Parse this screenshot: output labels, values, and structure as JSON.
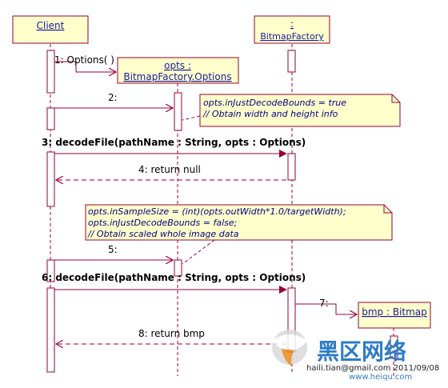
{
  "diagram": {
    "participants": [
      {
        "id": "client",
        "label": "Client"
      },
      {
        "id": "bitmapfactory",
        "label_top": ":",
        "label": "BitmapFactory"
      },
      {
        "id": "opts",
        "label_top": "opts :",
        "label": "BitmapFactory.Options"
      },
      {
        "id": "bmp",
        "label": "bmp : Bitmap"
      }
    ],
    "messages": [
      {
        "label": "1: Options( )"
      },
      {
        "label": "2:"
      },
      {
        "label": "3: decodeFile(pathName : String, opts : Options)"
      },
      {
        "label": "4: return null"
      },
      {
        "label": "5:"
      },
      {
        "label": "6: decodeFile(pathName : String, opts : Options)"
      },
      {
        "label": "7:"
      },
      {
        "label": "8: return bmp"
      }
    ],
    "notes": [
      {
        "lines": [
          "opts.inJustDecodeBounds = true",
          "// Obtain width and height info"
        ]
      },
      {
        "lines": [
          "opts.inSampleSize = (int)(opts.outWidth*1.0/targetWidth);",
          "opts.inJustDecodeBounds = false;",
          "// Obtain scaled whole image data"
        ]
      }
    ],
    "colors": {
      "box_fill": "#ffffcc",
      "box_stroke": "#990033",
      "line": "#990033",
      "label": "#1a1aa0",
      "note_text": "#000080"
    }
  },
  "watermark": {
    "author": "haili.tian@gmail.com 2011/09/08",
    "site_cn": "黑区网络",
    "site_url": "www.heiqu.com"
  }
}
